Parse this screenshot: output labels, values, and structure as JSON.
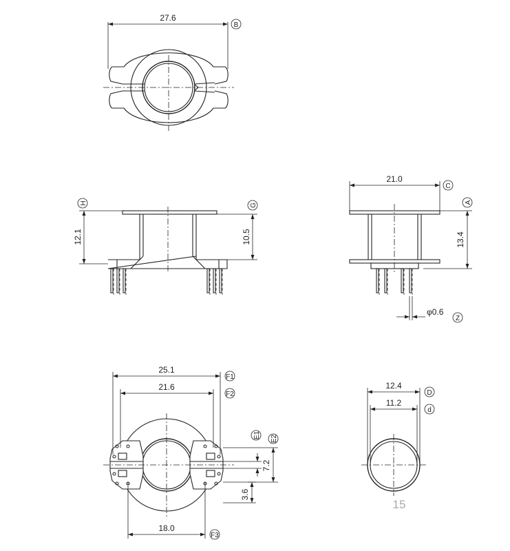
{
  "top_view": {
    "dim_width": "27.6",
    "tag_width": "B"
  },
  "front_view": {
    "dim_height_left": "12.1",
    "tag_left": "H",
    "dim_height_right": "10.5",
    "tag_right": "G"
  },
  "side_view": {
    "dim_width": "21.0",
    "tag_width": "C",
    "dim_height": "13.4",
    "tag_height": "A",
    "dim_pin": "φ0.6",
    "tag_pin": "Z"
  },
  "bottom_view": {
    "dim_outer": "25.1",
    "tag_outer": "F1",
    "dim_inner": "21.6",
    "tag_inner": "F2",
    "dim_pitch": "18.0",
    "tag_pitch": "F3",
    "dim_slot": "7.2",
    "tag_e1": "E1",
    "tag_e2": "E2",
    "dim_offset": "3.6"
  },
  "tube_view": {
    "dim_outer": "12.4",
    "tag_outer": "D",
    "dim_inner": "11.2",
    "tag_inner": "d"
  },
  "page_number": "15"
}
